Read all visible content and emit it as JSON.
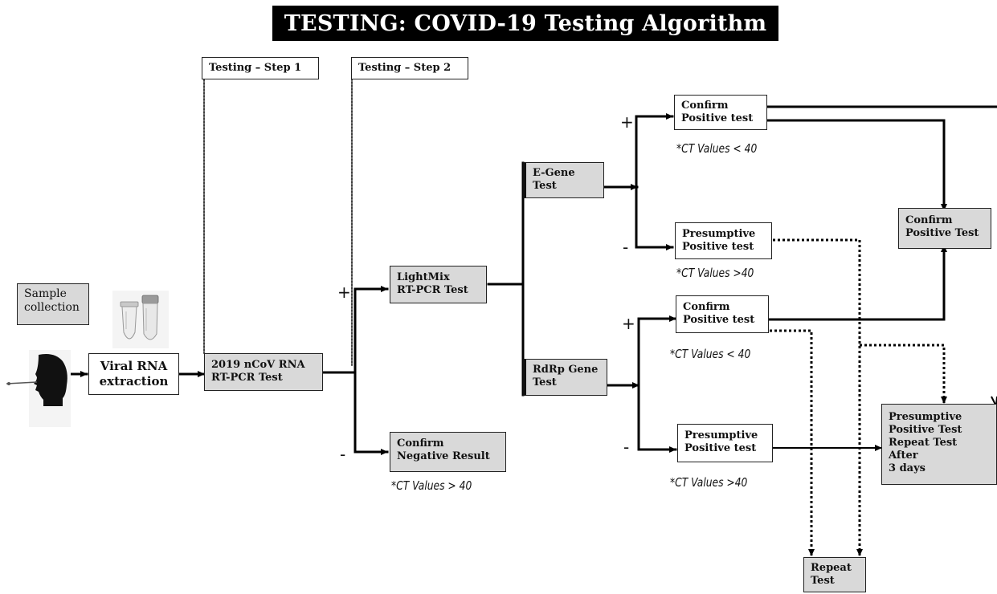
{
  "title": "TESTING: COVID-19 Testing Algorithm",
  "steps": {
    "step1": "Testing – Step 1",
    "step2": "Testing – Step 2"
  },
  "boxes": {
    "sample_collection": "Sample\ncollection",
    "viral_rna": "Viral RNA\nextraction",
    "ncov_test": "2019 nCoV RNA\nRT-PCR Test",
    "lightmix": "LightMix\nRT-PCR Test",
    "confirm_negative": "Confirm\nNegative Result",
    "egene": "E-Gene\nTest",
    "rdrp": "RdRp Gene\nTest",
    "confirm_pos_1": "Confirm\nPositive test",
    "presumptive_1": "Presumptive\nPositive test",
    "confirm_pos_2": "Confirm\nPositive test",
    "presumptive_2": "Presumptive\nPositive test",
    "confirm_positive_final": "Confirm\nPositive Test",
    "presumptive_final": "Presumptive\nPositive Test\nRepeat Test\nAfter\n3 days",
    "repeat_test": "Repeat\nTest"
  },
  "ct_labels": {
    "ct_neg": "*CT Values > 40",
    "ct_conf1": "*CT Values < 40",
    "ct_pres1": "*CT Values >40",
    "ct_conf2": "*CT Values < 40",
    "ct_pres2": "*CT Values  >40"
  },
  "signs": {
    "plus": "+",
    "minus": "-"
  },
  "icons": [
    "person-swab-icon",
    "test-tubes-icon"
  ]
}
